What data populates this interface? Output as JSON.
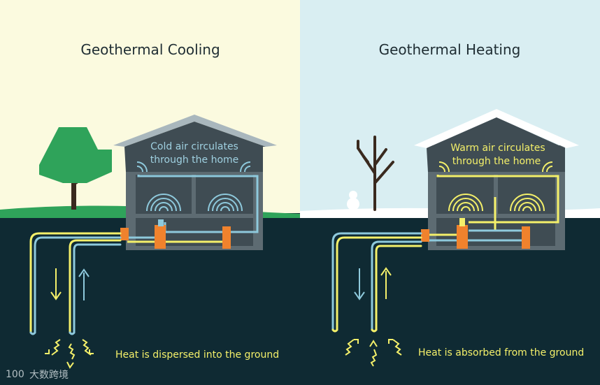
{
  "left_panel": {
    "title": "Geothermal Cooling",
    "house_caption_line1": "Cold air circulates",
    "house_caption_line2": "through the home",
    "ground_caption": "Heat is dispersed into the ground"
  },
  "right_panel": {
    "title": "Geothermal Heating",
    "house_caption_line1": "Warm air circulates",
    "house_caption_line2": "through the home",
    "ground_caption": "Heat is absorbed from the ground"
  },
  "watermark": {
    "logo_text": "100",
    "text": "大数跨境"
  },
  "colors": {
    "cool_sky": "#fbfadf",
    "heat_sky": "#d9eef2",
    "ground": "#0f2a33",
    "grass": "#2fa35a",
    "snow": "#ffffff",
    "house": "#5d6b72",
    "pipe_cold": "#8ec9dc",
    "pipe_hot": "#f4f06a",
    "pump": "#f0822d",
    "tree": "#2fa35a"
  },
  "icons": [
    "tree-icon",
    "bare-tree-icon",
    "snowman-icon",
    "arrow-down-icon",
    "arrow-up-icon",
    "heat-squiggle-icon",
    "air-wave-icon"
  ]
}
